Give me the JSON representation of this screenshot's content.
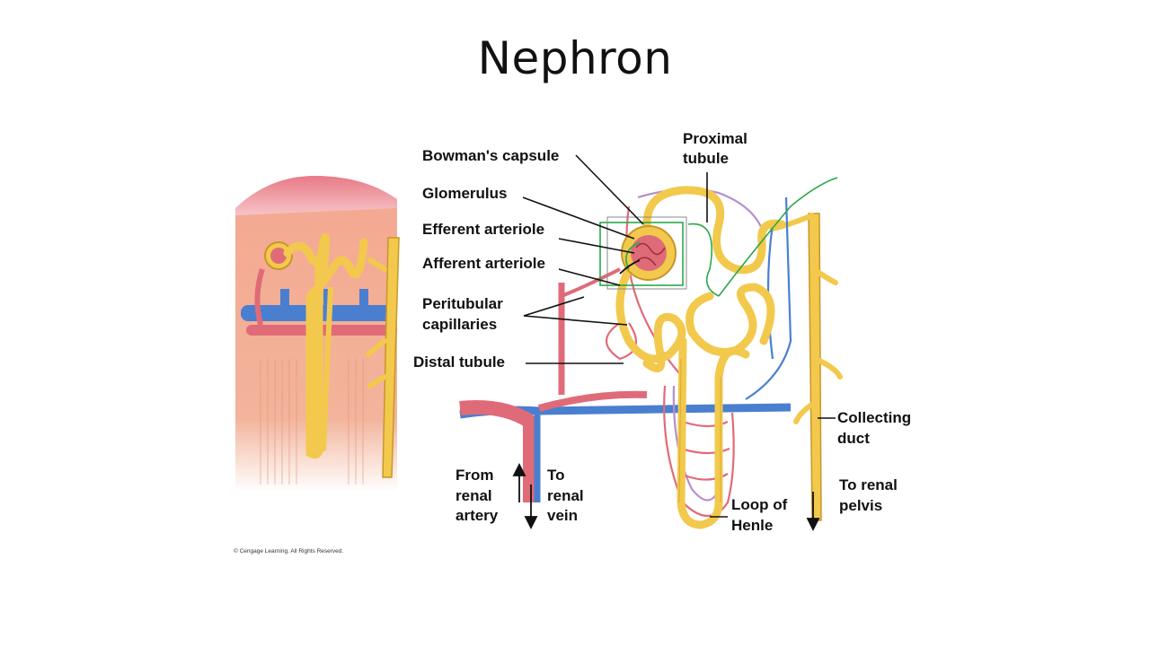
{
  "slide": {
    "title": "Nephron"
  },
  "labels": {
    "bowmans_capsule": "Bowman's capsule",
    "glomerulus": "Glomerulus",
    "efferent_arteriole": "Efferent arteriole",
    "afferent_arteriole": "Afferent arteriole",
    "peritubular_line1": "Peritubular",
    "peritubular_line2": "capillaries",
    "distal_tubule": "Distal tubule",
    "proximal_line1": "Proximal",
    "proximal_line2": "tubule",
    "collecting_line1": "Collecting",
    "collecting_line2": "duct",
    "to_pelvis_line1": "To renal",
    "to_pelvis_line2": "pelvis",
    "loop_line1": "Loop of",
    "loop_line2": "Henle",
    "from_artery_line1": "From",
    "from_artery_line2": "renal",
    "from_artery_line3": "artery",
    "to_vein_line1": "To",
    "to_vein_line2": "renal",
    "to_vein_line3": "vein"
  },
  "copyright": "© Cengage Learning. All Rights Reserved.",
  "colors": {
    "artery": "#e06b78",
    "vein": "#4a7fd0",
    "tubule": "#f2c94c",
    "tubule_outline": "#c9962a",
    "tissue": "#f0a48a",
    "capsule_top": "#f5b8b8",
    "annotation": "#2aa84a"
  }
}
